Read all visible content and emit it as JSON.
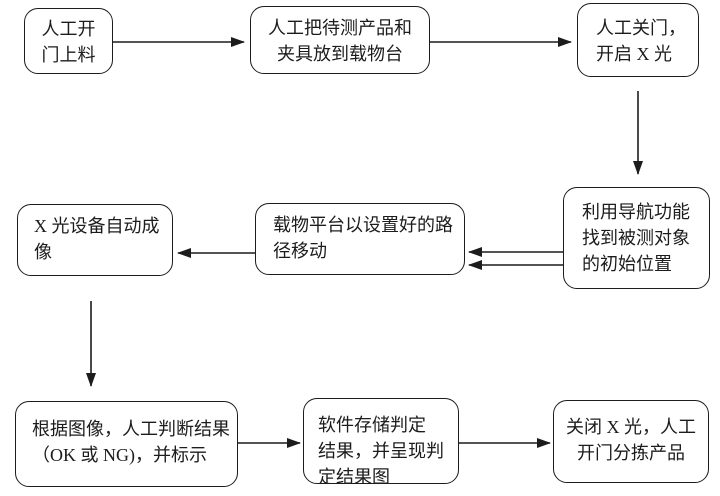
{
  "diagram": {
    "type": "flowchart",
    "colors": {
      "line": "#1c1c1c",
      "background": "#ffffff",
      "text": "#1c1c1c"
    },
    "nodes": [
      {
        "id": "manual-open-door-load",
        "lines": [
          "人工开",
          "门上料"
        ]
      },
      {
        "id": "place-product-and-fixture",
        "lines": [
          "人工把待测产品和",
          "夹具放到载物台"
        ]
      },
      {
        "id": "close-door-start-xray",
        "lines": [
          "人工关门，",
          "开启 X 光"
        ]
      },
      {
        "id": "navigate-initial-position",
        "lines": [
          "利用导航功能",
          "找到被测对象",
          "的初始位置"
        ]
      },
      {
        "id": "stage-moves-on-set-path",
        "lines": [
          "载物平台以设置好的路",
          "径移动"
        ]
      },
      {
        "id": "xray-auto-imaging",
        "lines": [
          "X 光设备自动成",
          "像"
        ]
      },
      {
        "id": "manual-judge-result",
        "lines": [
          "根据图像，人工判断结果",
          "（OK 或 NG)，并标示"
        ]
      },
      {
        "id": "software-store-result",
        "lines": [
          "软件存储判定",
          "结果，并呈现判",
          "定结果图"
        ]
      },
      {
        "id": "close-xray-sort-product",
        "lines": [
          "关闭 X 光，人工",
          "开门分拣产品"
        ]
      }
    ],
    "edges": [
      {
        "from": "manual-open-door-load",
        "to": "place-product-and-fixture"
      },
      {
        "from": "place-product-and-fixture",
        "to": "close-door-start-xray"
      },
      {
        "from": "close-door-start-xray",
        "to": "navigate-initial-position"
      },
      {
        "from": "navigate-initial-position",
        "to": "stage-moves-on-set-path",
        "style": "double"
      },
      {
        "from": "stage-moves-on-set-path",
        "to": "xray-auto-imaging"
      },
      {
        "from": "xray-auto-imaging",
        "to": "manual-judge-result"
      },
      {
        "from": "manual-judge-result",
        "to": "software-store-result"
      },
      {
        "from": "software-store-result",
        "to": "close-xray-sort-product"
      }
    ]
  }
}
